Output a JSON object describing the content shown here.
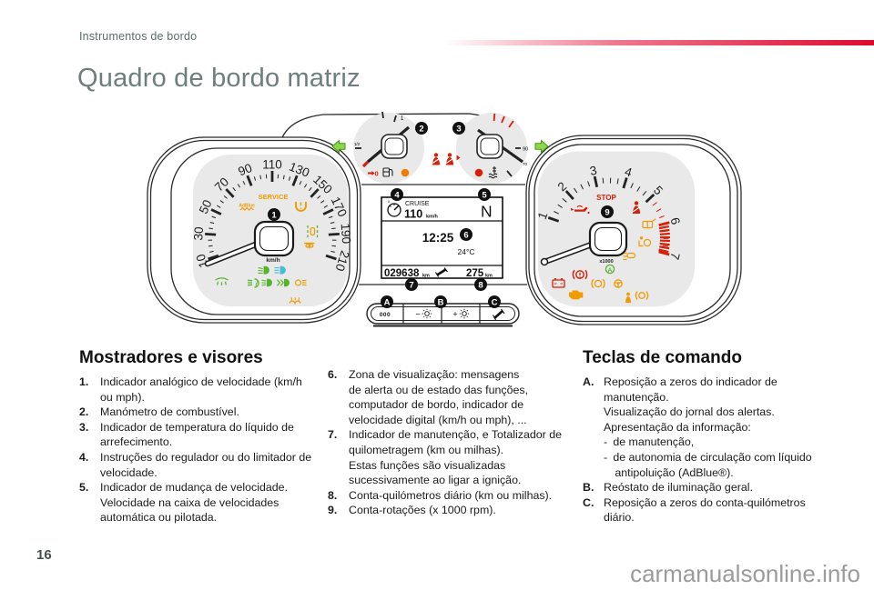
{
  "page": {
    "breadcrumb": "Instrumentos de bordo",
    "title": "Quadro de bordo matriz",
    "page_number": "16",
    "watermark": "carmanualsonline.info",
    "accent_color": "#de0a2e"
  },
  "cluster": {
    "badges": [
      "1",
      "2",
      "3",
      "4",
      "5",
      "6",
      "7",
      "8",
      "9",
      "A",
      "B",
      "C"
    ],
    "speedometer": {
      "labels": [
        "10",
        "30",
        "50",
        "70",
        "90",
        "110",
        "130",
        "150",
        "170",
        "190",
        "210"
      ],
      "service": "SERVICE",
      "adblue": "AdBlue",
      "unit": "km/h"
    },
    "fuel_gauge": {
      "full": "1",
      "half": "1/2",
      "zero": "0"
    },
    "temp_gauge": {
      "t90": "90",
      "t70": "70"
    },
    "tachometer": {
      "labels": [
        "1",
        "2",
        "3",
        "4",
        "5",
        "6",
        "7"
      ],
      "stop": "STOP",
      "x1000": "x1000"
    },
    "display": {
      "cruise_label": "CRUISE",
      "speed": "110",
      "speed_unit": "km/h",
      "gear": "N",
      "time": "12:25",
      "temperature": "24°C",
      "odometer": "029638",
      "odometer_unit": "km",
      "trip": "275",
      "trip_unit": "km"
    },
    "buttons": {
      "check": "000",
      "dim_minus": "−",
      "dim_plus": "+"
    }
  },
  "sections": {
    "left": {
      "heading": "Mostradores e visores",
      "items": [
        {
          "n": "1.",
          "text": "Indicador analógico de velocidade (km/h\nou mph)."
        },
        {
          "n": "2.",
          "text": "Manómetro de combustível."
        },
        {
          "n": "3.",
          "text": "Indicador de temperatura do líquido de\narrefecimento."
        },
        {
          "n": "4.",
          "text": "Instruções do regulador ou do limitador de\nvelocidade."
        },
        {
          "n": "5.",
          "text": "Indicador de mudança de velocidade.\nVelocidade na caixa de velocidades\nautomática ou pilotada."
        }
      ]
    },
    "middle": {
      "items": [
        {
          "n": "6.",
          "text": "Zona de visualização: mensagens\nde alerta ou de estado das funções,\ncomputador de bordo, indicador de\nvelocidade digital (km/h ou mph), ..."
        },
        {
          "n": "7.",
          "text": "Indicador de manutenção, e Totalizador de\nquilometragem (km ou milhas).\nEstas funções são visualizadas\nsucessivamente ao ligar a ignição."
        },
        {
          "n": "8.",
          "text": "Conta-quilómetros diário (km ou milhas)."
        },
        {
          "n": "9.",
          "text": "Conta-rotações (x 1000 rpm)."
        }
      ]
    },
    "right": {
      "heading": "Teclas de comando",
      "items": [
        {
          "n": "A.",
          "text": "Reposição a zeros do indicador de\nmanutenção.\nVisualização do jornal dos alertas.\nApresentação da informação:\n- de manutenção,\n- de autonomia de circulação com líquido\n  antipoluição (AdBlue®)."
        },
        {
          "n": "B.",
          "text": "Reóstato de iluminação geral."
        },
        {
          "n": "C.",
          "text": "Reposição a zeros do conta-quilómetros\ndiário."
        }
      ]
    }
  }
}
